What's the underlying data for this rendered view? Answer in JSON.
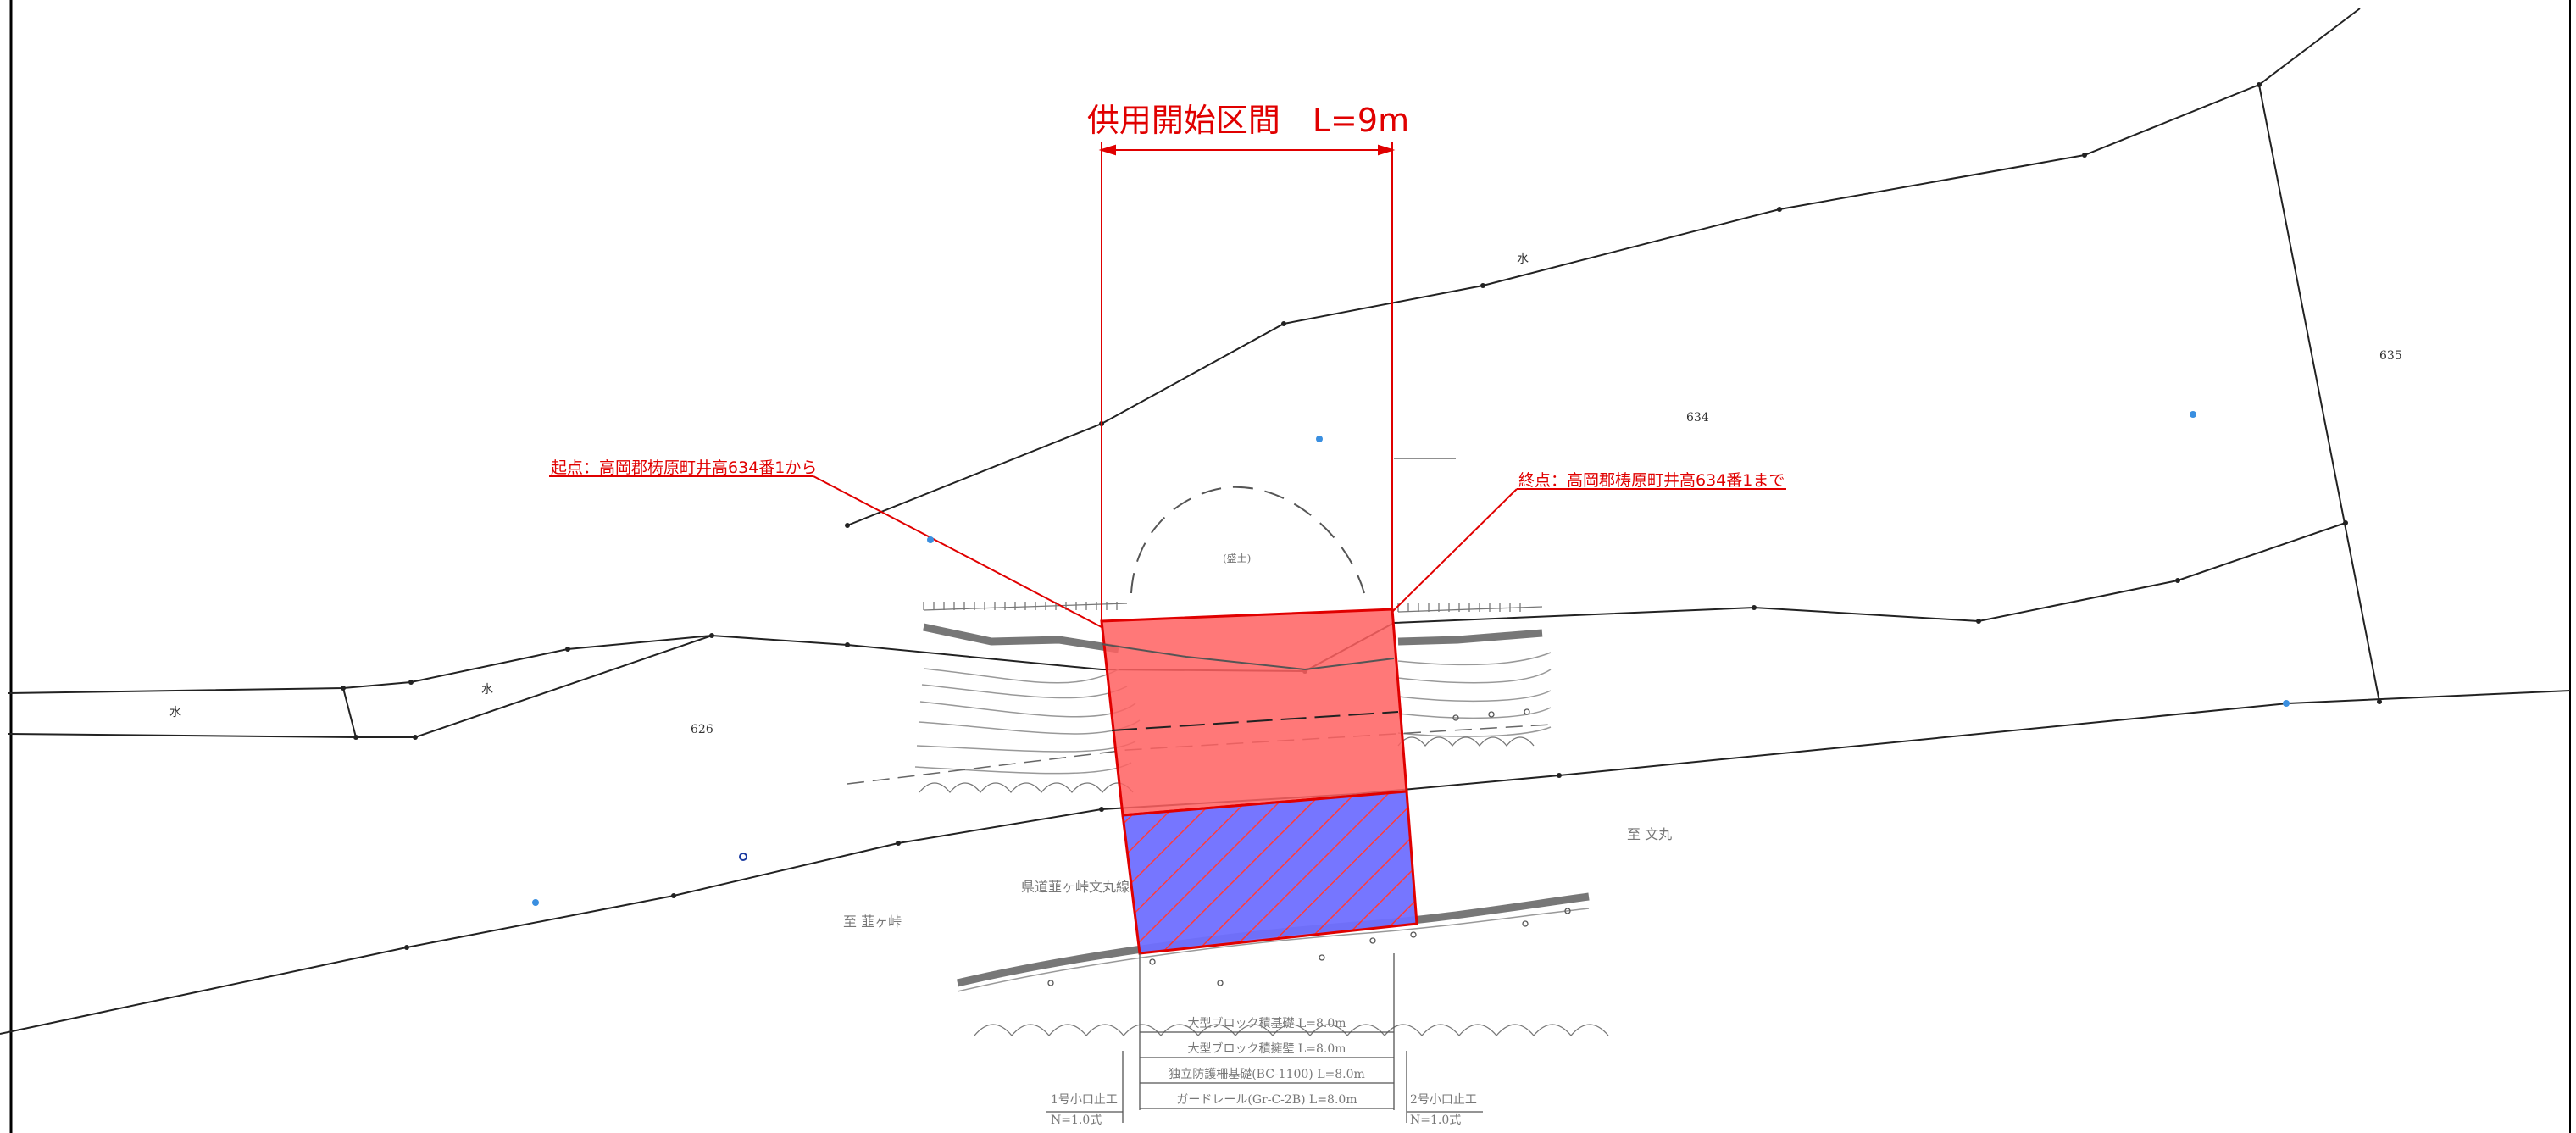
{
  "title": "供用開始区間　L=9m",
  "start_point": "起点：高岡郡梼原町井高634番1から",
  "end_point": "終点：高岡郡梼原町井高634番1まで",
  "parcels": [
    "634",
    "635",
    "626"
  ],
  "water_labels": [
    "水",
    "水",
    "水"
  ],
  "road_name": "県道韮ヶ峠文丸線",
  "to_left": "至 韮ヶ峠",
  "to_right": "至 文丸",
  "fill_label": "(盛土)",
  "legend": {
    "items": [
      "大型ブロック積基礎 L=8.0m",
      "大型ブロック積擁壁 L=8.0m",
      "独立防護柵基礎(BC-1100) L=8.0m",
      "ガードレール(Gr-C-2B) L=8.0m"
    ],
    "left_note": [
      "1号小口止工",
      "N=1.0式"
    ],
    "right_note": [
      "2号小口止工",
      "N=1.0式"
    ]
  },
  "colors": {
    "red": "#e00000",
    "red_fill": "#ff6060",
    "blue_fill": "#6f6fff",
    "control_point": "#3a8fe0",
    "line": "#222222"
  }
}
